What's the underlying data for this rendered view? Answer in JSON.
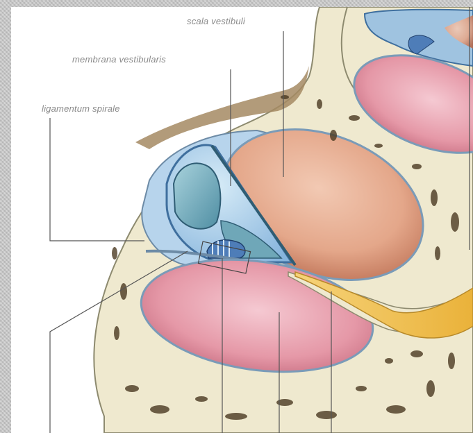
{
  "labels": {
    "scala_vestibuli": "scala vestibuli",
    "membrana_vestibularis": "membrana vestibularis",
    "ligamentum_spirale": "ligamentum spirale"
  },
  "colors": {
    "background_texture": "#c7c7c7",
    "panel": "#ffffff",
    "bone": "#efe9cf",
    "bone_outline": "#8d8a6f",
    "scala_vestibuli_fill": "#e3a88c",
    "scala_tympani_fill": "#e59aa8",
    "cochlear_duct_fill": "#9fc3e0",
    "tectorial_membrane_fill": "#6fa7b8",
    "nerve_fill": "#f1c04f",
    "label_text": "#8a8a8a",
    "leader_line": "#555555"
  }
}
